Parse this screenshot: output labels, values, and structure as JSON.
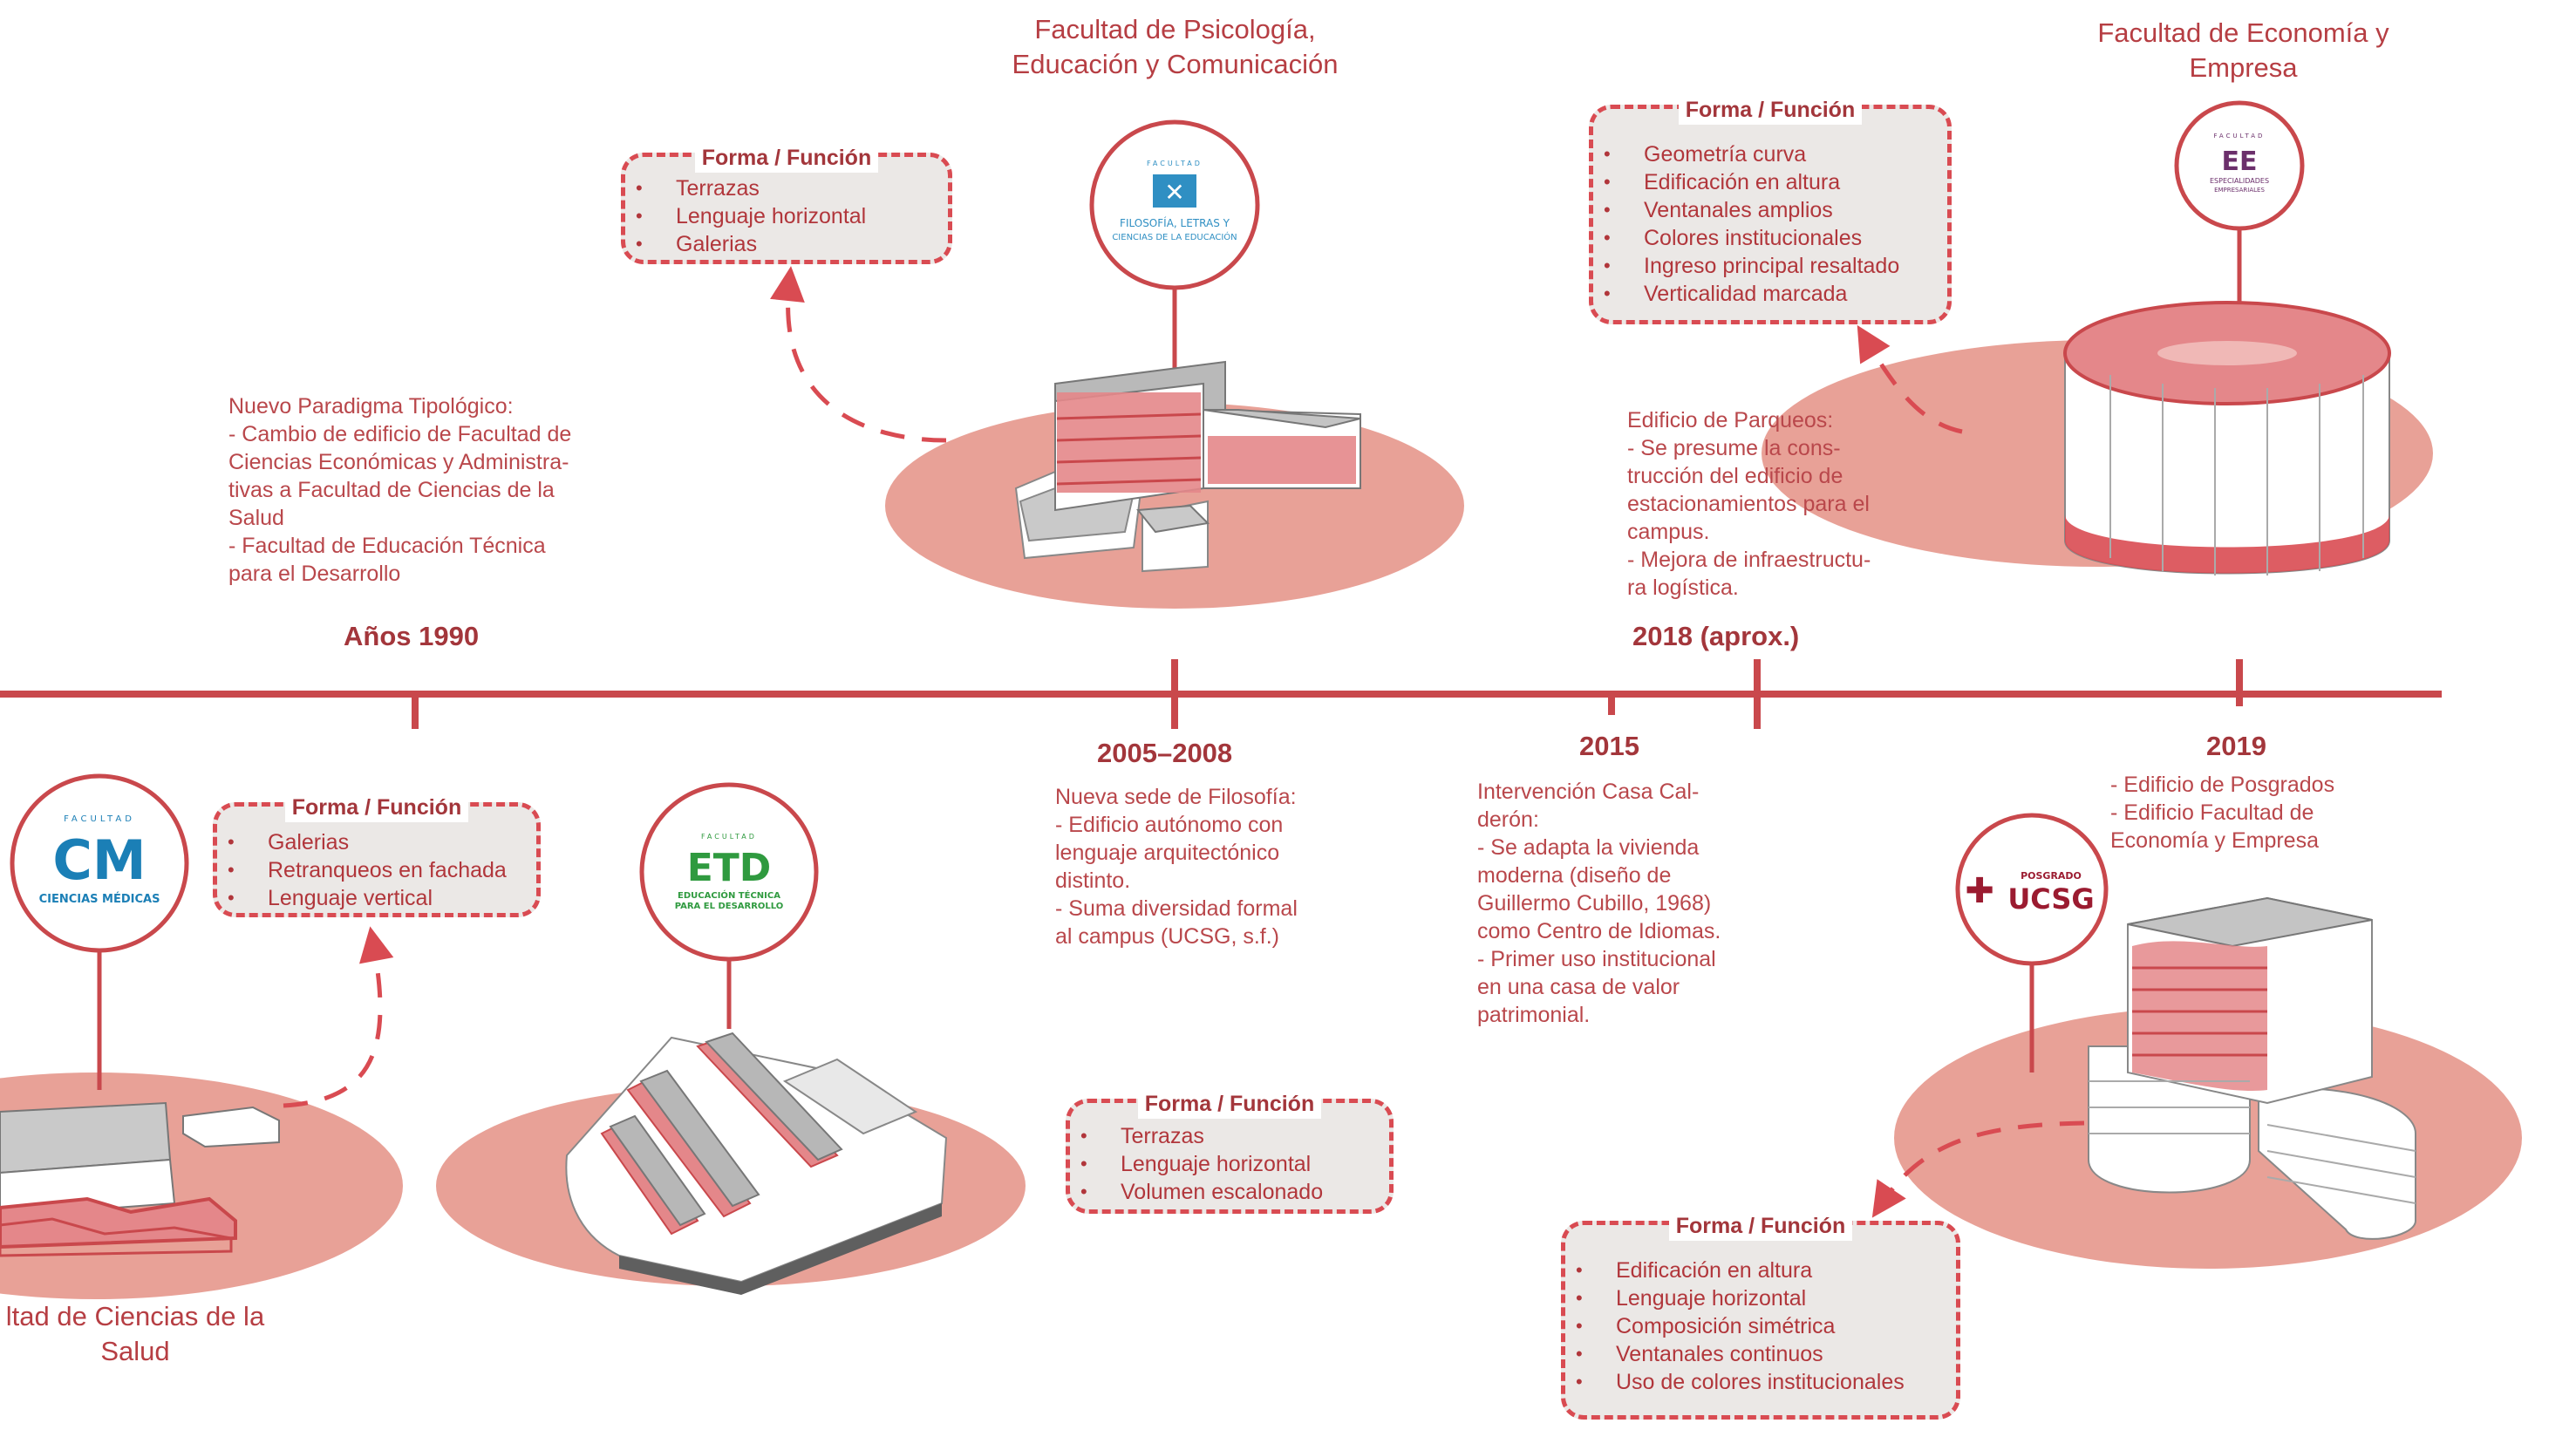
{
  "timeline": {
    "events": [
      {
        "id": "1990",
        "year": "Años 1990",
        "description": [
          "Nuevo Paradigma Tipológico:",
          "- Cambio de edificio de Facultad de",
          "Ciencias Económicas y Administra-",
          "tivas a Facultad de Ciencias de la",
          "Salud",
          "- Facultad de Educación Técnica",
          "para el Desarrollo"
        ]
      },
      {
        "id": "2005",
        "year": "2005–2008",
        "description": [
          "Nueva sede de Filosofía:",
          "- Edificio autónomo con",
          "lenguaje arquitectónico",
          "distinto.",
          "- Suma diversidad formal",
          "al campus (UCSG, s.f.)"
        ]
      },
      {
        "id": "2015",
        "year": "2015",
        "description": [
          "Intervención Casa Cal-",
          "derón:",
          "- Se adapta la vivienda",
          "moderna (diseño de",
          "Guillermo Cubillo, 1968)",
          "como Centro de Idiomas.",
          "- Primer uso institucional",
          "en una casa de valor",
          "patrimonial."
        ]
      },
      {
        "id": "2018",
        "year": "2018 (aprox.)",
        "description": [
          "Edificio de Parqueos:",
          "- Se presume la cons-",
          "trucción del edificio de",
          "estacionamientos para el",
          "campus.",
          "- Mejora de infraestructu-",
          "ra logística."
        ]
      },
      {
        "id": "2019",
        "year": "2019",
        "description": [
          "- Edificio de Posgrados",
          "- Edificio Facultad de",
          "Economía y Empresa"
        ]
      }
    ]
  },
  "buildings": {
    "psicologia": {
      "title": "Facultad de Psicología,\nEducación y Comunicación"
    },
    "economia": {
      "title": "Facultad de Economía y\nEmpresa"
    },
    "salud": {
      "title": "ltad de Ciencias de la\nSalud"
    }
  },
  "logos": {
    "cm": {
      "top_text": "FACULTAD",
      "mark": "CM",
      "bottom_text": "CIENCIAS MÉDICAS"
    },
    "etd": {
      "top_text": "FACULTAD",
      "mark": "ETD",
      "line1": "EDUCACIÓN TÉCNICA",
      "line2": "PARA EL DESARROLLO"
    },
    "filosofia": {
      "top_text": "FACULTAD",
      "line1": "FILOSOFÍA, LETRAS Y",
      "line2": "CIENCIAS DE LA EDUCACIÓN"
    },
    "especialidades": {
      "top_text": "FACULTAD",
      "mark": "EE",
      "line1": "ESPECIALIDADES",
      "line2": "EMPRESARIALES"
    },
    "posgrado": {
      "small": "POSGRADO",
      "mark": "UCSG"
    }
  },
  "boxes": [
    {
      "id": "psicologia",
      "title": "Forma / Función",
      "items": [
        "Terrazas",
        "Lenguaje horizontal",
        "Galerias"
      ]
    },
    {
      "id": "economia",
      "title": "Forma / Función",
      "items": [
        "Geometría curva",
        "Edificación en altura",
        "Ventanales amplios",
        "Colores institucionales",
        "Ingreso principal resaltado",
        "Verticalidad marcada"
      ]
    },
    {
      "id": "salud",
      "title": "Forma / Función",
      "items": [
        "Galerias",
        "Retranqueos en fachada",
        "Lenguaje vertical"
      ]
    },
    {
      "id": "filosofia",
      "title": "Forma / Función",
      "items": [
        "Terrazas",
        "Lenguaje horizontal",
        "Volumen escalonado"
      ]
    },
    {
      "id": "posgrados",
      "title": "Forma / Función",
      "items": [
        "Edificación en altura",
        "Lenguaje horizontal",
        "Composición simétrica",
        "Ventanales continuos",
        "Uso de colores institucionales"
      ]
    }
  ],
  "colors": {
    "accent": "#c9484c",
    "platform": "#e8a197",
    "box_bg": "#ebe8e6",
    "box_border": "#d94b52",
    "year_text": "#a3363b"
  }
}
